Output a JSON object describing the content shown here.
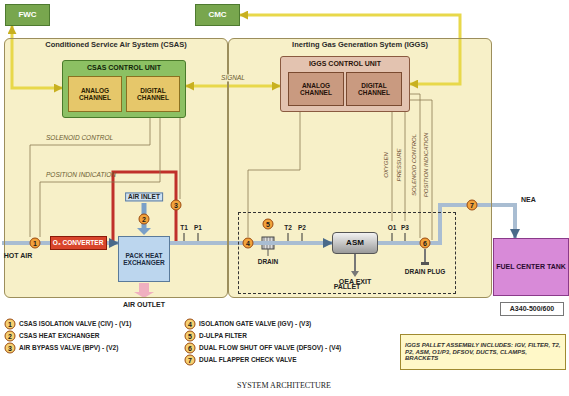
{
  "diagram": {
    "caption": "SYSTEM ARCHITECTURE",
    "nodes": [
      {
        "text": [
          "FWC"
        ]
      },
      {
        "text": [
          "CMC"
        ]
      },
      {
        "text": [
          "Conditioned Service Air System (CSAS)"
        ]
      },
      {
        "text": [
          "CSAS CONTROL UNIT"
        ],
        "in": 2
      },
      {
        "text": [
          "ANALOG CHANNEL"
        ],
        "in": 3
      },
      {
        "text": [
          "DIGITAL CHANNEL"
        ],
        "in": 3
      },
      {
        "text": [
          "O₃ CONVERTER"
        ],
        "in": 2
      },
      {
        "text": [
          "PACK HEAT EXCHANGER"
        ],
        "in": 2
      },
      {
        "text": [
          "Inerting Gas Generation Sytem (IGGS)"
        ]
      },
      {
        "text": [
          "IGGS CONTROL UNIT"
        ],
        "in": 8
      },
      {
        "text": [
          "ANALOG CHANNEL"
        ],
        "in": 9
      },
      {
        "text": [
          "DIGITAL CHANNEL"
        ],
        "in": 9
      },
      {
        "text": [
          "PALLET"
        ],
        "in": 8
      },
      {
        "text": [
          "ASM"
        ],
        "in": 12
      },
      {
        "text": [
          "FUEL CENTER TANK"
        ]
      },
      {
        "text": [
          "A340-500/600"
        ]
      },
      {
        "text": [
          "IGGS PALLET ASSEMBLY INCLUDES: IGV, FILTER, T2, P2, ASM, O1/P3, DFSOV, DUCTS, CLAMPS, BRACKETS"
        ]
      }
    ],
    "edges": [
      {
        "from": 0,
        "to": 3,
        "arrow": "both"
      },
      {
        "from": 1,
        "to": 9,
        "arrow": "both"
      },
      {
        "from": 3,
        "to": 9,
        "label": "SIGNAL",
        "arrow": "both"
      },
      {
        "from": 6,
        "to": 7,
        "arrow": "to"
      },
      {
        "from": 7,
        "to": 13,
        "arrow": "to"
      },
      {
        "from": 13,
        "to": 14,
        "arrow": "to"
      }
    ],
    "labels": [
      "SOLENOID CONTROL",
      "POSITION INDICATION",
      "HOT AIR",
      "1",
      "AIR INLET",
      "2",
      "3",
      "AIR OUTLET",
      "T1",
      "P1",
      "4",
      "5",
      "DRAIN",
      "T2",
      "P2",
      "OEA EXIT",
      "O1",
      "P3",
      "6",
      "DRAIN PLUG",
      "OXYGEN",
      "PRESSURE",
      "SOLENOID CONTROL",
      "POSITION INDICATION",
      "7",
      "NEA",
      "1",
      "CSAS ISOLATION VALVE (CIV) - (V1)",
      "2",
      "CSAS HEAT EXCHANGER",
      "3",
      "AIR BYPASS VALVE (BPV) - (V2)",
      "4",
      "ISOLATION GATE VALVE (IGV) - (V3)",
      "5",
      "D-ULPA FILTER",
      "6",
      "DUAL FLOW SHUT OFF VALVE (DFSOV) - (V4)",
      "7",
      "DUAL FLAPPER CHECK VALVE"
    ]
  }
}
